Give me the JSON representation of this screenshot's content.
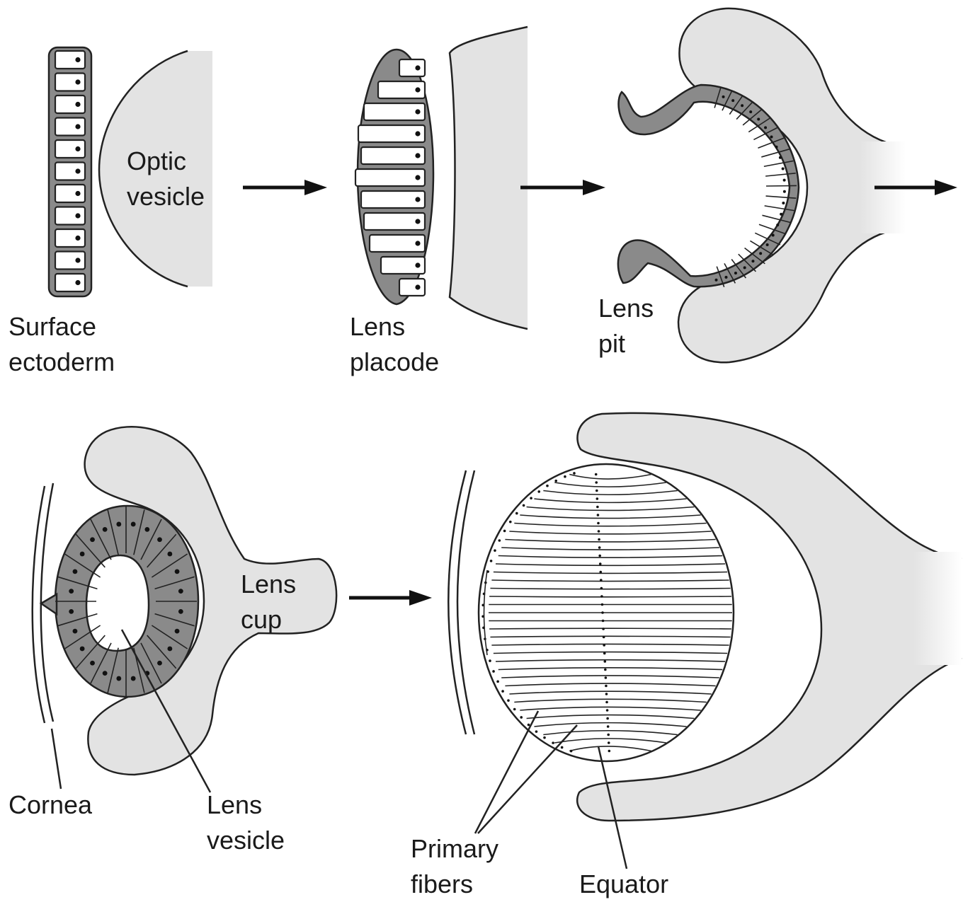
{
  "labels": {
    "optic_vesicle_1": "Optic",
    "optic_vesicle_2": "vesicle",
    "surface_ectoderm_1": "Surface",
    "surface_ectoderm_2": "ectoderm",
    "lens_placode_1": "Lens",
    "lens_placode_2": "placode",
    "lens_pit_1": "Lens",
    "lens_pit_2": "pit",
    "lens_cup_1": "Lens",
    "lens_cup_2": "cup",
    "cornea": "Cornea",
    "lens_vesicle_1": "Lens",
    "lens_vesicle_2": "vesicle",
    "primary_fibers_1": "Primary",
    "primary_fibers_2": "fibers",
    "equator": "Equator"
  },
  "colors": {
    "tissue_gray": "#e3e3e3",
    "epithelium_gray": "#8a8a8a",
    "ink": "#222222"
  }
}
